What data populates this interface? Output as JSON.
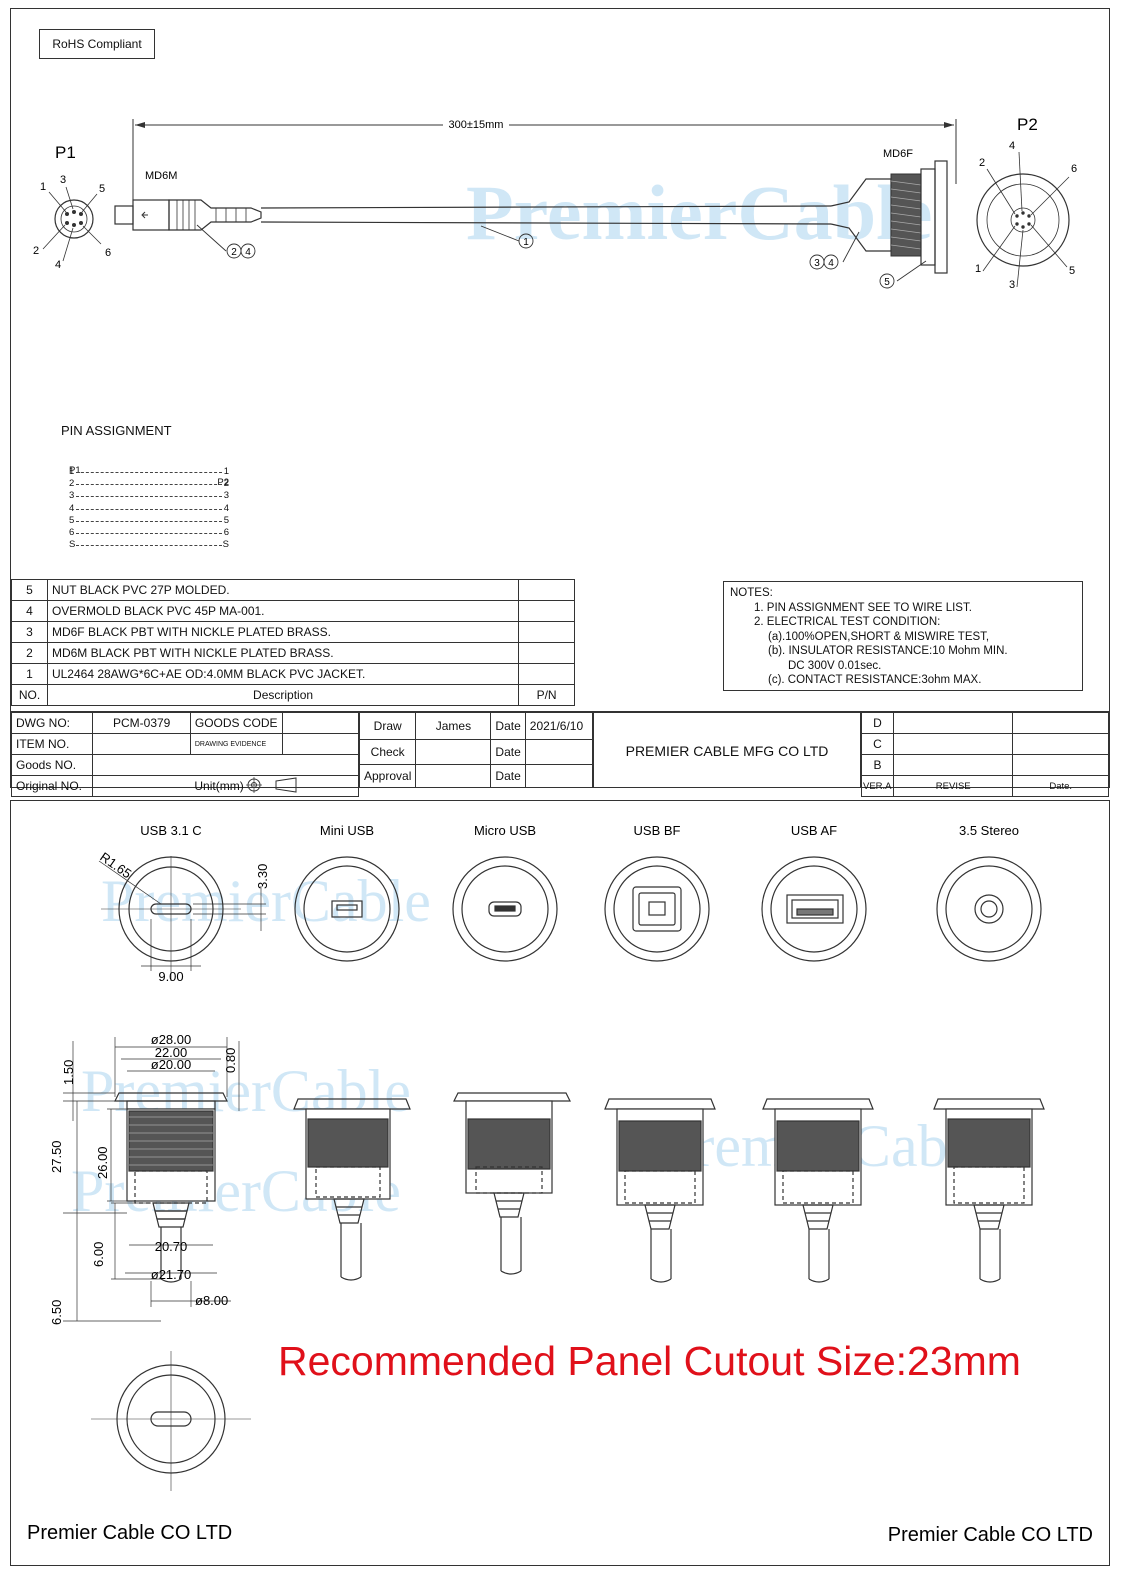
{
  "sheet_top": {
    "rohs": "RoHS Compliant",
    "length": "300±15mm",
    "p1_label": "P1",
    "p2_label": "P2",
    "p1_connector": "MD6M",
    "p2_connector": "MD6F",
    "watermark": "PremierCable",
    "p1_pins": [
      "1",
      "3",
      "5",
      "2",
      "4",
      "6"
    ],
    "p2_pins": [
      "2",
      "4",
      "6",
      "1",
      "3",
      "5"
    ],
    "balloons": [
      "1",
      "2",
      "3",
      "4",
      "5"
    ],
    "pin_assignment": {
      "title": "PIN  ASSIGNMENT",
      "header_left": "P1",
      "header_right": "P2",
      "rows": [
        {
          "left": "1",
          "right": "1"
        },
        {
          "left": "2",
          "right": "2"
        },
        {
          "left": "3",
          "right": "3"
        },
        {
          "left": "4",
          "right": "4"
        },
        {
          "left": "5",
          "right": "5"
        },
        {
          "left": "6",
          "right": "6"
        },
        {
          "left": "S",
          "right": "S"
        }
      ]
    },
    "bom": [
      {
        "no": "5",
        "desc": "NUT BLACK PVC 27P MOLDED."
      },
      {
        "no": "4",
        "desc": "OVERMOLD BLACK PVC 45P MA-001."
      },
      {
        "no": "3",
        "desc": "MD6F  BLACK PBT WITH NICKLE PLATED BRASS."
      },
      {
        "no": "2",
        "desc": "MD6M BLACK PBT  WITH NICKLE PLATED BRASS."
      },
      {
        "no": "1",
        "desc": "UL2464 28AWG*6C+AE OD:4.0MM BLACK PVC JACKET."
      }
    ],
    "bom_header": {
      "no": "NO.",
      "desc": "Description",
      "pn": "P/N"
    },
    "notes": {
      "title": "NOTES:",
      "lines": [
        "1. PIN ASSIGNMENT SEE TO WIRE LIST.",
        "2. ELECTRICAL TEST CONDITION:",
        "(a).100%OPEN,SHORT & MISWIRE TEST,",
        "(b). INSULATOR RESISTANCE:10 Mohm MIN.",
        "DC 300V 0.01sec.",
        "(c). CONTACT RESISTANCE:3ohm MAX."
      ]
    },
    "title_block": {
      "dwg_no_label": "DWG NO:",
      "dwg_no": "PCM-0379",
      "goods_code": "GOODS CODE",
      "item_no": "ITEM NO.",
      "drawing_evidence": "DRAWING EVIDENCE",
      "goods_no": "Goods NO.",
      "original_no": "Original NO.",
      "unit": "Unit(mm)",
      "draw": "Draw",
      "drawer": "James",
      "date_label": "Date",
      "date": "2021/6/10",
      "check": "Check",
      "approval": "Approval",
      "company": "PREMIER CABLE MFG CO LTD",
      "rev_letters": [
        "D",
        "C",
        "B"
      ],
      "ver": "VER.A",
      "revise": "REVISE",
      "rev_date": "Date."
    }
  },
  "sheet_bottom": {
    "types": [
      "USB 3.1 C",
      "Mini USB",
      "Micro USB",
      "USB BF",
      "USB AF",
      "3.5 Stereo"
    ],
    "dims_front": {
      "r": "R1.65",
      "h": "3.30",
      "w": "9.00"
    },
    "dims_side": {
      "d28": "ø28.00",
      "w22": "22.00",
      "d20": "ø20.00",
      "t080": "0.80",
      "t150": "1.50",
      "h2750": "27.50",
      "h2600": "26.00",
      "w2070": "20.70",
      "d2170": "ø21.70",
      "h600": "6.00",
      "h650": "6.50",
      "d800": "ø8.00"
    },
    "headline": "Recommended Panel Cutout Size:23mm",
    "footer_left": "Premier Cable CO LTD",
    "footer_right": "Premier Cable CO LTD",
    "accent_red": "#e0101a"
  }
}
